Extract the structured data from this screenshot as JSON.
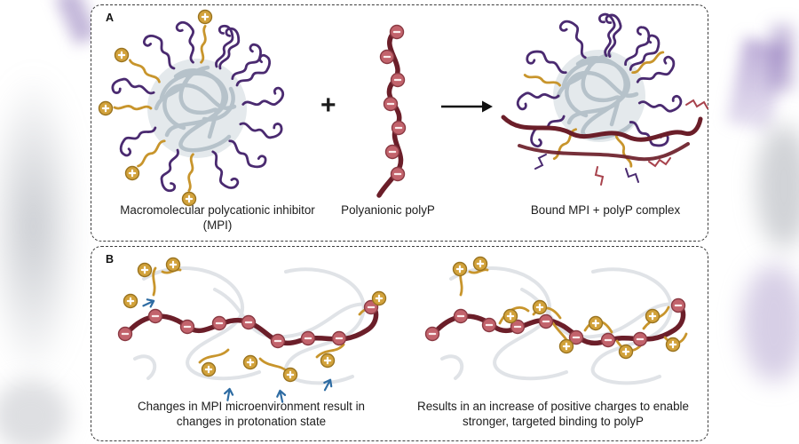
{
  "figure": {
    "panel_a": {
      "label": "A",
      "plus_symbol": "+",
      "captions": {
        "mpi": "Macromolecular polycationic inhibitor (MPI)",
        "polyp": "Polyanionic polyP",
        "complex": "Bound MPI + polyP complex"
      }
    },
    "panel_b": {
      "label": "B",
      "captions": {
        "left": "Changes in MPI microenvironment result in changes in protonation state",
        "right": "Results in an increase of positive charges to enable stronger, targeted binding to polyP"
      }
    },
    "icons": {
      "plus-charge": "+",
      "minus-charge": "−",
      "reaction-arrow": "→"
    },
    "colors": {
      "polycation_purple": "#4a2a70",
      "polycation_gold": "#c8952c",
      "polyp_maroon": "#6b1e29",
      "minus_red": "#c2636c",
      "plus_gold": "#d2a23b",
      "proton_arrow_blue": "#2e6ca3",
      "core_tangle_gray": "#b6c2ca"
    }
  }
}
